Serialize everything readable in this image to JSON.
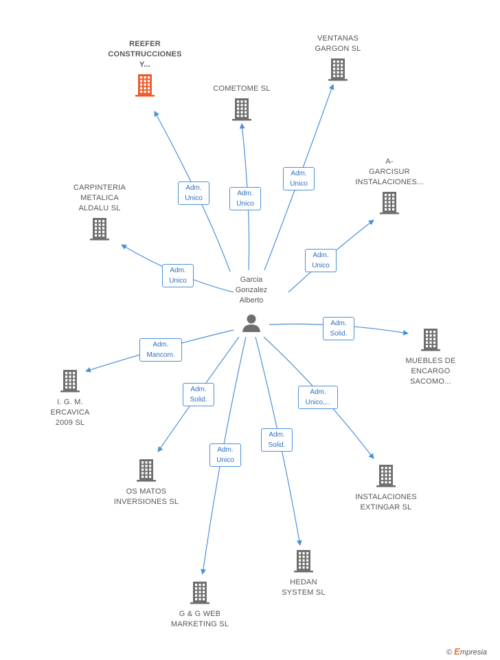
{
  "colors": {
    "edge": "#4a90d9",
    "building": "#6e6e6e",
    "highlight": "#f0592a"
  },
  "center": {
    "name": "Garcia\nGonzalez\nAlberto",
    "icon": "person-icon"
  },
  "companies": [
    {
      "id": "reefer",
      "name": "REEFER\nCONSTRUCCIONES\nY...",
      "highlight": true
    },
    {
      "id": "cometome",
      "name": "COMETOME SL"
    },
    {
      "id": "ventanas",
      "name": "VENTANAS\nGARGON SL"
    },
    {
      "id": "garcisur",
      "name": "A-\nGARCISUR\nINSTALACIONES..."
    },
    {
      "id": "carpinteria",
      "name": "CARPINTERIA\nMETALICA\nALDALU SL"
    },
    {
      "id": "muebles",
      "name": "MUEBLES DE\nENCARGO\nSACOMO..."
    },
    {
      "id": "igm",
      "name": "I. G. M.\nERCAVICA\n2009 SL"
    },
    {
      "id": "osmatos",
      "name": "OS MATOS\nINVERSIONES SL"
    },
    {
      "id": "extingar",
      "name": "INSTALACIONES\nEXTINGAR SL"
    },
    {
      "id": "hedan",
      "name": "HEDAN\nSYSTEM  SL"
    },
    {
      "id": "ggweb",
      "name": "G & G WEB\nMARKETING SL"
    }
  ],
  "relations": [
    {
      "to": "reefer",
      "label": "Adm.\nUnico"
    },
    {
      "to": "cometome",
      "label": "Adm.\nUnico"
    },
    {
      "to": "ventanas",
      "label": "Adm.\nUnico"
    },
    {
      "to": "garcisur",
      "label": "Adm.\nUnico"
    },
    {
      "to": "carpinteria",
      "label": "Adm.\nUnico"
    },
    {
      "to": "muebles",
      "label": "Adm.\nSolid."
    },
    {
      "to": "igm",
      "label": "Adm.\nMancom."
    },
    {
      "to": "osmatos",
      "label": "Adm.\nSolid."
    },
    {
      "to": "extingar",
      "label": "Adm.\nUnico,..."
    },
    {
      "to": "hedan",
      "label": "Adm.\nSolid."
    },
    {
      "to": "ggweb",
      "label": "Adm.\nUnico"
    }
  ],
  "footer": {
    "copyright": "©",
    "brand_initial": "E",
    "brand_rest": "mpresia"
  }
}
